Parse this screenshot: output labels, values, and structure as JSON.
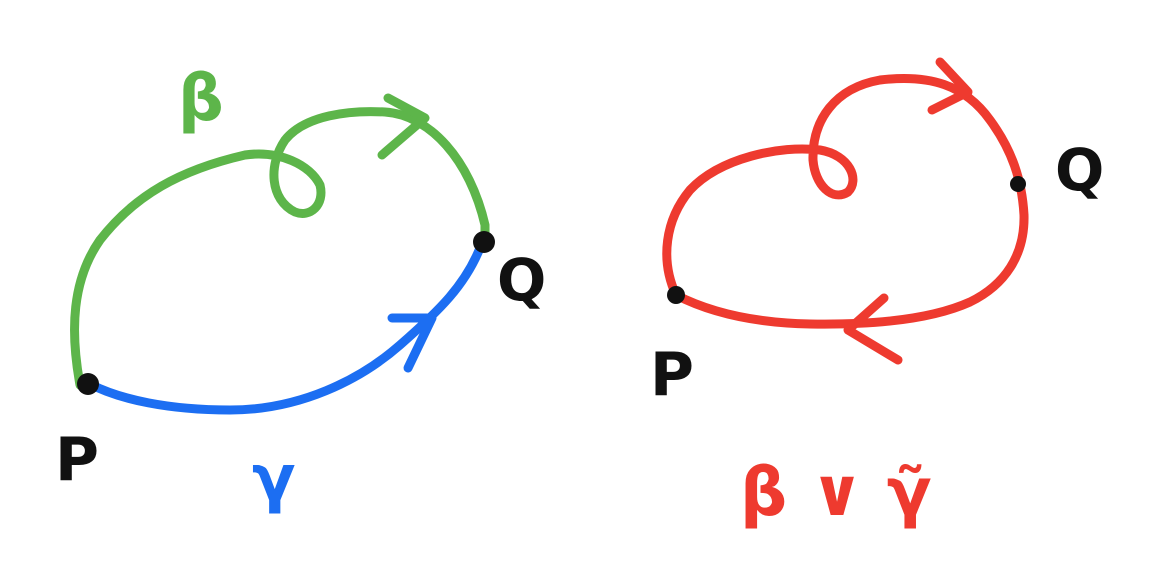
{
  "colors": {
    "beta": "#5db54a",
    "gamma": "#1c6ef2",
    "composite": "#ee3a2f",
    "points": "#111111",
    "background": "#ffffff"
  },
  "left_figure": {
    "beta_label": "β",
    "gamma_label": "γ",
    "start_point_label": "P",
    "end_point_label": "Q"
  },
  "right_figure": {
    "start_point_label": "P",
    "end_point_label": "Q",
    "composite_label": "β ∨ γ̃"
  }
}
